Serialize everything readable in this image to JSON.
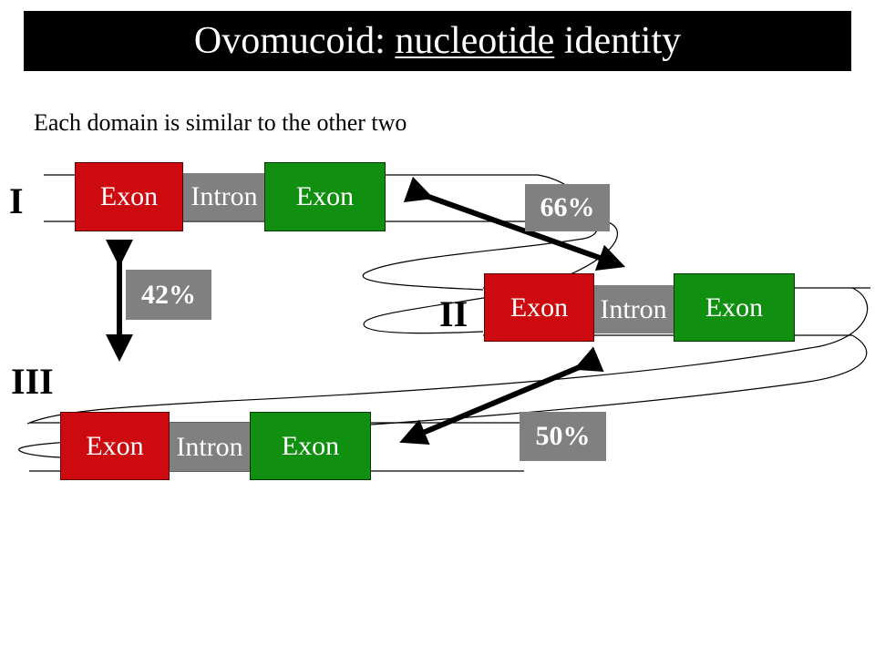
{
  "title": {
    "prefix": "Ovomucoid: ",
    "underlined": "nucleotide",
    "suffix": " identity"
  },
  "subtitle": "Each domain is similar to the other two",
  "domains": [
    {
      "numeral": "I",
      "exon_left": "Exon",
      "intron": "Intron",
      "exon_right": "Exon"
    },
    {
      "numeral": "II",
      "exon_left": "Exon",
      "intron": "Intron",
      "exon_right": "Exon"
    },
    {
      "numeral": "III",
      "exon_left": "Exon",
      "intron": "Intron",
      "exon_right": "Exon"
    }
  ],
  "identities": {
    "I_II": "66%",
    "I_III": "42%",
    "II_III": "50%"
  },
  "colors": {
    "exon_left": "#cc0a10",
    "exon_right": "#118f11",
    "intron": "#808080",
    "label_box": "#808080"
  }
}
